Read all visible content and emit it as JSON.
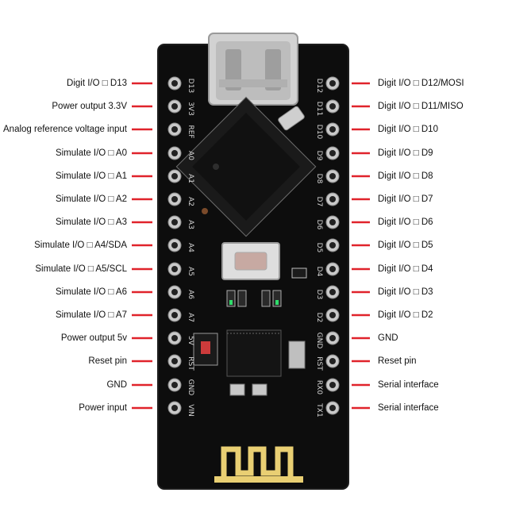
{
  "colors": {
    "board": "#0d0d0d",
    "board_edge": "#1d1d1d",
    "pin_metal": "#c9c9c9",
    "pin_hole": "#222222",
    "leader": "#e0232b",
    "silk": "#d8d8d8",
    "usb": "#d2d2d2",
    "antenna": "#e9cf73",
    "led_green": "#2fdc6a"
  },
  "left_labels": [
    "Digit  I/O □ D13",
    "Power output 3.3V",
    "Analog reference voltage input",
    "Simulate  I/O □  A0",
    "Simulate  I/O □  A1",
    "Simulate  I/O □  A2",
    "Simulate  I/O □  A3",
    "Simulate  I/O □  A4/SDA",
    "Simulate  I/O □  A5/SCL",
    "Simulate  I/O □  A6",
    "Simulate  I/O □  A7",
    "Power output 5v",
    "Reset pin",
    "GND",
    "Power input"
  ],
  "right_labels": [
    "Digit  I/O □  D12/MOSI",
    "Digit  I/O □  D11/MISO",
    "Digit  I/O □ D10",
    "Digit   I/O □  D9",
    "Digit   I/O □  D8",
    "Digit   I/O □  D7",
    "Digit   I/O □  D6",
    "Digit I/O □  D5",
    "Digit   I/O □  D4",
    "Digit   I/O □  D3",
    "Digit    I/O □  D2",
    "GND",
    "Reset pin",
    "Serial interface",
    "Serial interface"
  ],
  "silk_left": [
    "D13",
    "3V3",
    "REF",
    "A0",
    "A1",
    "A2",
    "A3",
    "A4",
    "A5",
    "A6",
    "A7",
    "5V",
    "RST",
    "GND",
    "VIN"
  ],
  "silk_right": [
    "D12",
    "D11",
    "D10",
    "D9",
    "D8",
    "D7",
    "D6",
    "D5",
    "D4",
    "D3",
    "D2",
    "GND",
    "RST",
    "RX0",
    "TX1"
  ]
}
